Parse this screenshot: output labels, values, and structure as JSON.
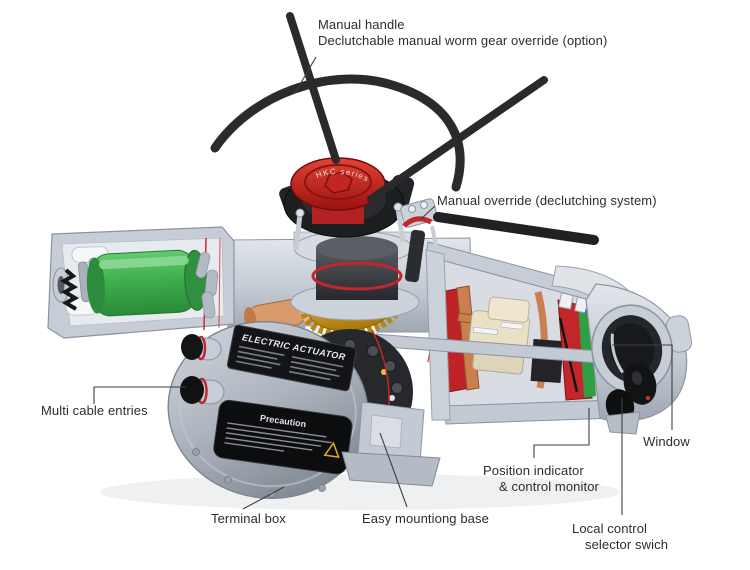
{
  "figure": {
    "type": "cutaway-technical-illustration",
    "subject": "electric valve actuator"
  },
  "labels": {
    "manual_handle": {
      "line1": "Manual handle",
      "line2": "Declutchable manual worm gear override (option)"
    },
    "manual_override": "Manual override (declutching system)",
    "multi_cable_entries": "Multi cable entries",
    "terminal_box": "Terminal box",
    "easy_mounting_base": "Easy mountiong base",
    "position_indicator": {
      "line1": "Position indicator",
      "line2": "& control monitor"
    },
    "window": "Window",
    "local_control": {
      "line1": "Local control",
      "line2": "selector swich"
    }
  },
  "markings": {
    "hub_cap": "HKC series",
    "nameplate": "ELECTRIC ACTUATOR",
    "precaution_title": "Precaution"
  },
  "colors": {
    "body_gray": "#c7cdd6",
    "cut_red": "#cf2b2b",
    "motor_green": "#3fae4c",
    "worm_gear_gold": "#d9a21b",
    "cap_red": "#c5211f",
    "copper": "#c9804e",
    "board_red": "#c22629",
    "pcb_green": "#2f9e44",
    "plate_black": "#131417"
  }
}
